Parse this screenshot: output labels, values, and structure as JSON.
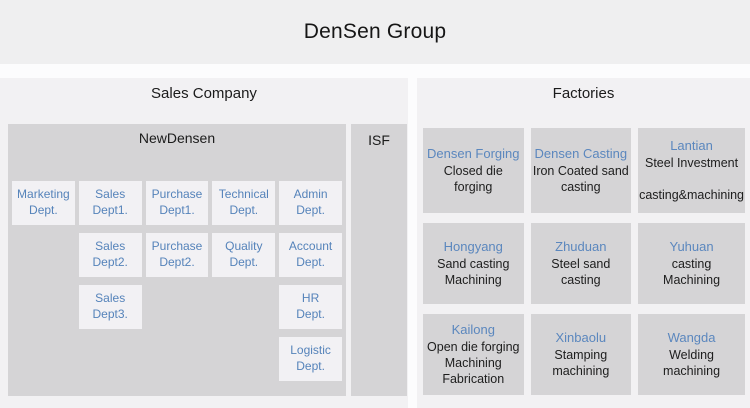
{
  "page": {
    "title": "DenSen Group"
  },
  "sales_company": {
    "header": "Sales Company",
    "newdensen": {
      "label": "NewDensen",
      "departments": [
        {
          "label": "Marketing\nDept."
        },
        {
          "label": "Sales\nDept1."
        },
        {
          "label": "Purchase\nDept1."
        },
        {
          "label": "Technical\nDept."
        },
        {
          "label": "Admin\nDept."
        },
        {
          "label": "Sales\nDept2."
        },
        {
          "label": "Purchase\nDept2."
        },
        {
          "label": "Quality\nDept."
        },
        {
          "label": "Account\nDept."
        },
        {
          "label": "Sales\nDept3."
        },
        {
          "label": "HR\nDept."
        },
        {
          "label": "Logistic\nDept."
        }
      ]
    },
    "isf": {
      "label": "ISF"
    }
  },
  "factories": {
    "header": "Factories",
    "items": [
      {
        "name": "Densen Forging",
        "description": "Closed die forging"
      },
      {
        "name": "Densen Casting",
        "description": "Iron Coated sand\ncasting"
      },
      {
        "name": "Lantian",
        "description": "Steel Investment\n\ncasting&machining"
      },
      {
        "name": "Hongyang",
        "description": "Sand casting\nMachining"
      },
      {
        "name": "Zhuduan",
        "description": "Steel sand casting"
      },
      {
        "name": "Yuhuan",
        "description": "casting\nMachining"
      },
      {
        "name": "Kailong",
        "description": "Open die forging\nMachining\nFabrication"
      },
      {
        "name": "Xinbaolu",
        "description": "Stamping\nmachining"
      },
      {
        "name": "Wangda",
        "description": "Welding\nmachining"
      }
    ]
  },
  "colors": {
    "accent_blue": "#5583ba",
    "box_gray": "#d5d4d6",
    "panel_gray": "#f2f1f3",
    "header_band_gray": "#efeff0",
    "light_box": "#f2f1f4",
    "text_black": "#1d1d1d"
  }
}
